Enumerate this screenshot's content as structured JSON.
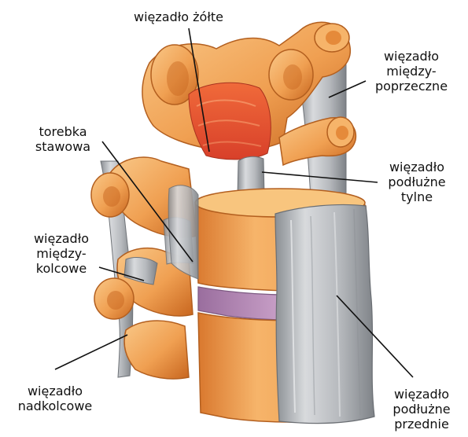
{
  "labels": {
    "zolte": [
      "więzadło żółte"
    ],
    "miedzypoprzeczne": [
      "więzadło",
      "między-",
      "poprzeczne"
    ],
    "torebka": [
      "torebka",
      "stawowa"
    ],
    "podluzne_tylne": [
      "więzadło",
      "podłużne",
      "tylne"
    ],
    "miedzykolcowe": [
      "więzadło",
      "między-",
      "kolcowe"
    ],
    "nadkolcowe": [
      "więzadło",
      "nadkolcowe"
    ],
    "podluzne_przednie": [
      "więzadło",
      "podłużne",
      "przednie"
    ]
  },
  "colors": {
    "bone": "#f0a052",
    "bone_dark": "#c86a24",
    "bone_light": "#f8c57e",
    "ligament_yellow": "#e94a2e",
    "ligament_grey": "#9fa3a8",
    "ligament_grey_light": "#d7d9dc",
    "disc": "#b58ab5",
    "leader": "#111111"
  }
}
